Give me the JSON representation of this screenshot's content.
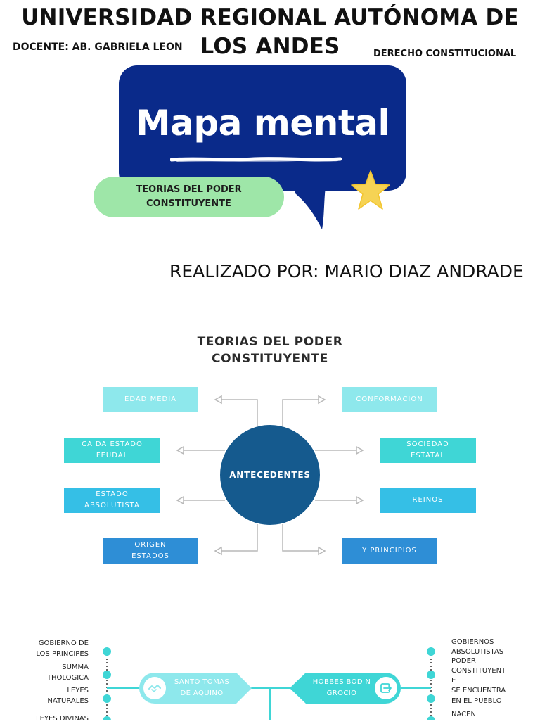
{
  "header": {
    "title_line1": "UNIVERSIDAD REGIONAL AUTÓNOMA DE",
    "title_line2": "LOS ANDES",
    "docente": "DOCENTE: AB. GABRIELA LEON",
    "materia": "DERECHO CONSTITUCIONAL"
  },
  "cover": {
    "bubble_title": "Mapa mental",
    "pill_line1": "TEORIAS DEL PODER",
    "pill_line2": "CONSTITUYENTE",
    "author": "REALIZADO POR: MARIO DIAZ ANDRADE",
    "colors": {
      "bubble": "#0a2a8a",
      "pill": "#9ee6a8",
      "star": "#f6d354"
    }
  },
  "mindmap": {
    "title_line1": "TEORIAS DEL PODER",
    "title_line2": "CONSTITUYENTE",
    "center": "ANTECEDENTES",
    "left": [
      {
        "line1": "EDAD MEDIA",
        "line2": "",
        "color": "#8ee8ec"
      },
      {
        "line1": "CAIDA ESTADO",
        "line2": "FEUDAL",
        "color": "#3fd6d6"
      },
      {
        "line1": "ESTADO",
        "line2": "ABSOLUTISTA",
        "color": "#35bfe6"
      },
      {
        "line1": "ORIGEN",
        "line2": "ESTADOS",
        "color": "#2e8ed6"
      }
    ],
    "right": [
      {
        "line1": "CONFORMACION",
        "line2": "",
        "color": "#8ee8ec"
      },
      {
        "line1": "SOCIEDAD",
        "line2": "ESTATAL",
        "color": "#3fd6d6"
      },
      {
        "line1": "REINOS",
        "line2": "",
        "color": "#35bfe6"
      },
      {
        "line1": "Y PRINCIPIOS",
        "line2": "",
        "color": "#2e8ed6"
      }
    ]
  },
  "timeline": {
    "left_labels": [
      {
        "line1": "GOBIERNO DE",
        "line2": "LOS PRINCIPES"
      },
      {
        "line1": "SUMMA",
        "line2": "THOLOGICA"
      },
      {
        "line1": "LEYES",
        "line2": "NATURALES"
      },
      {
        "line1": "LEYES DIVINAS",
        "line2": ""
      }
    ],
    "right_labels": [
      {
        "line1": "GOBIERNOS",
        "line2": "ABSOLUTISTAS"
      },
      {
        "line1": "PODER",
        "line2": "CONSTITUYENT",
        "line3": "E"
      },
      {
        "line1": "SE ENCUENTRA",
        "line2": "EN EL PUEBLO"
      },
      {
        "line1": "NACEN",
        "line2": ""
      }
    ],
    "left_arrow": {
      "line1": "SANTO TOMAS",
      "line2": "DE AQUINO",
      "icon": "handshake-icon"
    },
    "right_arrow": {
      "line1": "HOBBES BODIN",
      "line2": "GROCIO",
      "icon": "exit-door-icon"
    },
    "color": "#3fd6d6"
  }
}
